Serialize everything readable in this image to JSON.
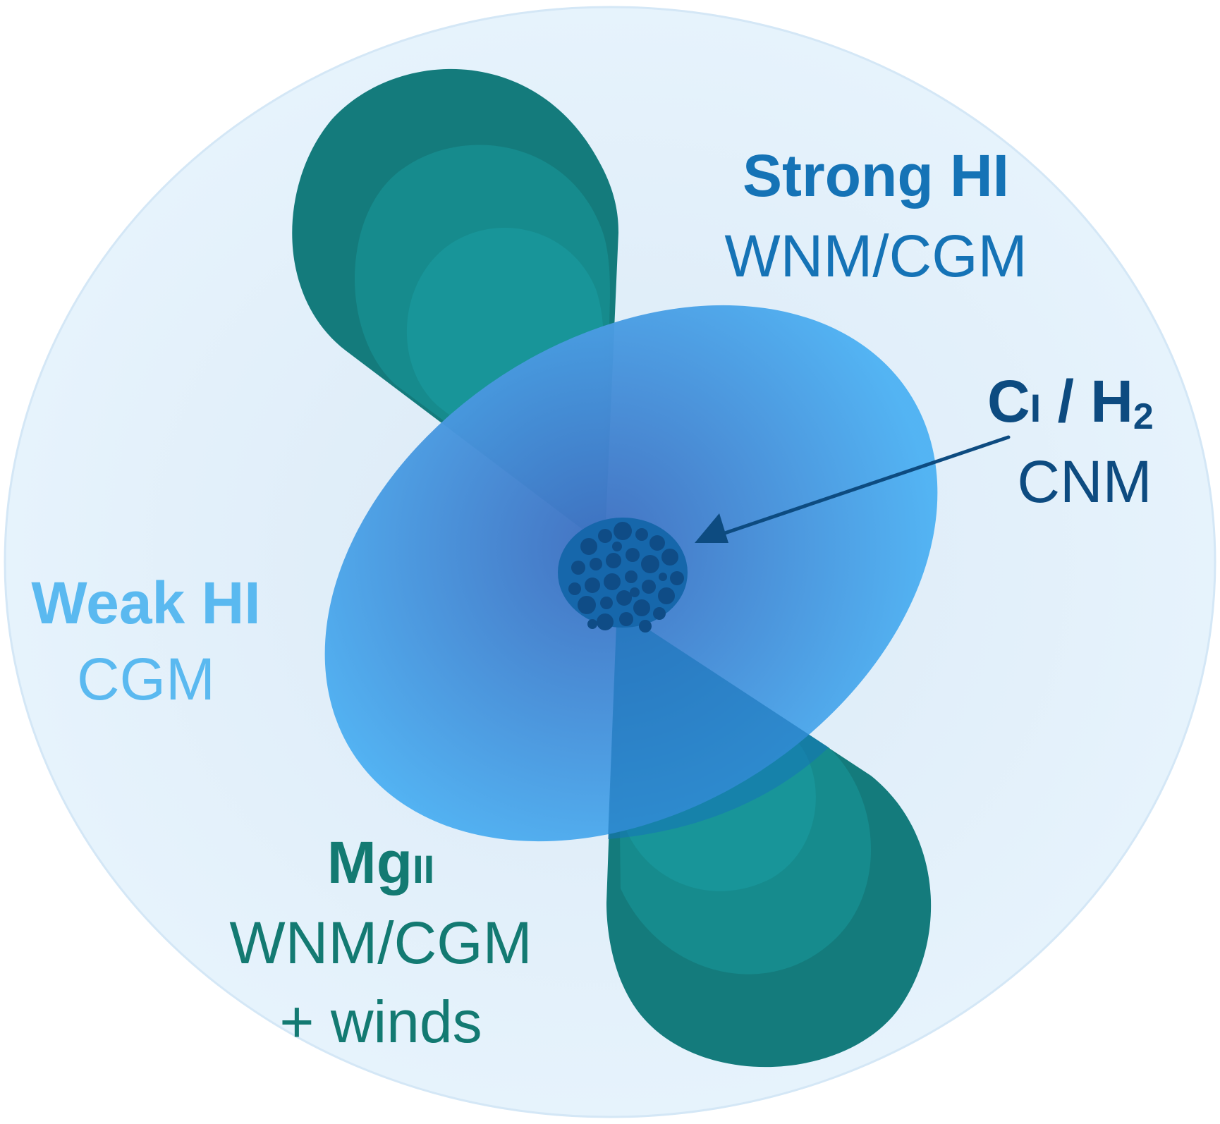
{
  "colors": {
    "halo": "#e4f1fb",
    "halo_edge": "#d6e8f6",
    "disk_outer": "#4fb2f3",
    "disk_inner": "#3f79c4",
    "cone_outer": "#147b7c",
    "cone_mid": "#168b8d",
    "cone_inner": "#18979a",
    "core": "#1465a8",
    "core_clumps": "#0f4c86",
    "strong_hi": "#1573b6",
    "ci_h2": "#0d4b80",
    "weak_hi": "#5ab9f0",
    "mgii": "#137a72",
    "arrow": "#0d4b80"
  },
  "labels": {
    "strong_hi": {
      "title": "Strong HI",
      "subtitle": "WNM/CGM"
    },
    "ci_h2": {
      "title_c": "C",
      "title_roman": "I",
      "title_sep": " / ",
      "title_h": "H",
      "title_sub": "2",
      "subtitle": "CNM"
    },
    "weak_hi": {
      "title": "Weak HI",
      "subtitle": "CGM"
    },
    "mgii": {
      "title_mg": "Mg",
      "title_roman": "II",
      "line2": "WNM/CGM",
      "line3": "+ winds"
    }
  }
}
